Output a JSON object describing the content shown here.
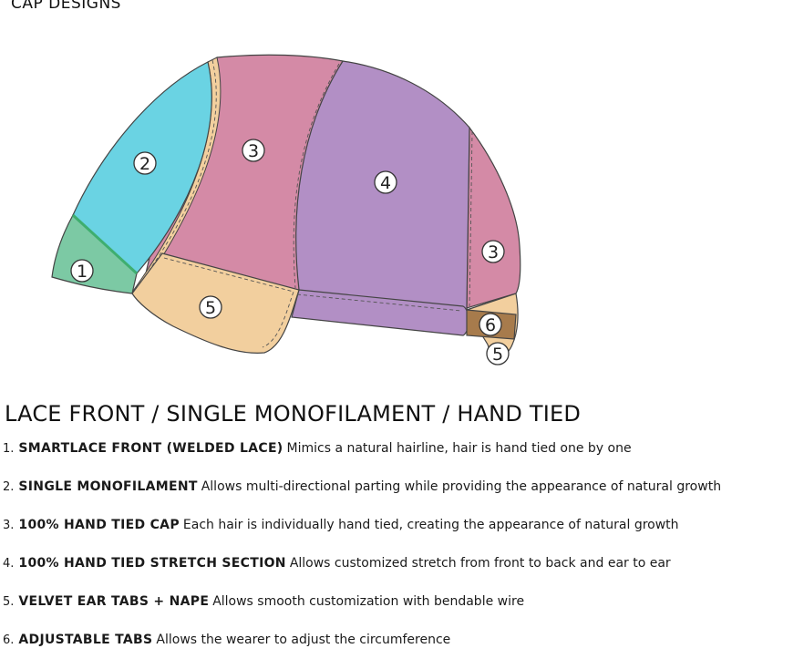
{
  "header": {
    "title": "CAP DESIGNS"
  },
  "diagram": {
    "callouts": {
      "c1": "1",
      "c2": "2",
      "c3a": "3",
      "c3b": "3",
      "c4": "4",
      "c5a": "5",
      "c5b": "5",
      "c6": "6"
    },
    "colors": {
      "smartlace": "#7cc9a4",
      "monofilament": "#6ad3e3",
      "hand_tied": "#d48aa6",
      "stretch": "#b28fc5",
      "ear_tabs": "#f2cf9e",
      "adjustable_tabs": "#a77b4c"
    }
  },
  "section": {
    "title": "LACE FRONT / SINGLE MONOFILAMENT / HAND TIED"
  },
  "features": [
    {
      "num": "1.",
      "name": "SMARTLACE FRONT (WELDED LACE)",
      "desc": "Mimics a natural hairline, hair is hand tied one by one"
    },
    {
      "num": "2.",
      "name": "SINGLE MONOFILAMENT",
      "desc": "Allows multi-directional parting while providing the appearance of natural growth"
    },
    {
      "num": "3.",
      "name": "100% HAND TIED CAP",
      "desc": "Each hair is individually hand tied, creating the appearance of natural growth"
    },
    {
      "num": "4.",
      "name": "100% HAND TIED STRETCH SECTION",
      "desc": "Allows customized stretch from front to back and ear to ear"
    },
    {
      "num": "5.",
      "name": "VELVET EAR TABS + NAPE",
      "desc": "Allows smooth customization with bendable wire"
    },
    {
      "num": "6.",
      "name": "ADJUSTABLE TABS",
      "desc": "Allows the wearer to adjust the circumference"
    }
  ]
}
